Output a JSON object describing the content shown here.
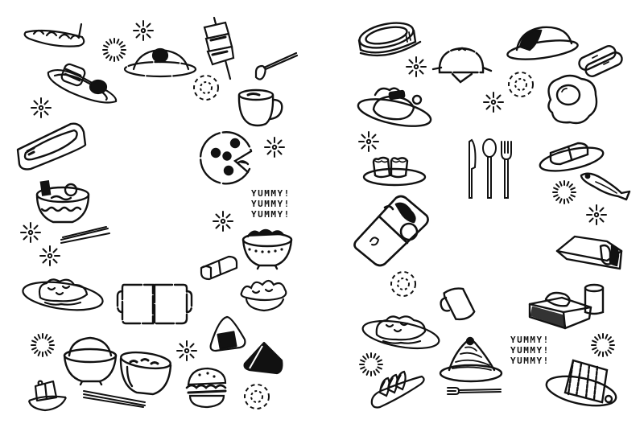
{
  "illustration": {
    "style": "black-and-white hand-drawn food line art",
    "colors": {
      "ink": "#111111",
      "background": "#ffffff"
    },
    "pages": [
      {
        "id": "left",
        "text_blocks": [
          {
            "lines": [
              "YUMMY!",
              "YUMMY!",
              "YUMMY!"
            ]
          }
        ],
        "items": [
          "takoyaki-boat",
          "sparkle",
          "sparkle-ring",
          "omurice-plate",
          "yakitori-skewer",
          "spoon",
          "dashed-circle",
          "grilled-fish-rolls-plate",
          "sparkle",
          "soup-mug",
          "salmon-fillet-tray",
          "pizza",
          "sparkle",
          "ramen-bowl",
          "sparkle",
          "chopsticks",
          "sparkle",
          "donburi-bowl",
          "tamagoyaki",
          "fried-chicken-plate",
          "twin-mugs",
          "salad-bowl",
          "onigiri",
          "sparkle-ring",
          "rice-bowl",
          "miso-soup-bowl",
          "sparkle",
          "onigiri-wrapped",
          "tofu-bowl",
          "chopsticks",
          "hamburger",
          "dashed-circle"
        ]
      },
      {
        "id": "right",
        "text_blocks": [
          {
            "lines": [
              "YUMMY!",
              "YUMMY!",
              "YUMMY!"
            ]
          }
        ],
        "items": [
          "gratin-dish",
          "sparkle",
          "steamed-bun",
          "omurice-plate",
          "sausages",
          "dashed-circle",
          "sparkle",
          "hamburg-steak-plate",
          "fried-egg",
          "sparkle",
          "shumai-plate",
          "knife",
          "spoon",
          "fork",
          "tamagoyaki-plate",
          "sparkle-ring",
          "fish",
          "sparkle",
          "bento-box",
          "tamagoyaki-roll",
          "dashed-circle",
          "mug",
          "grill-box",
          "cup",
          "fried-chicken-plate",
          "sparkle-ring",
          "mont-blanc-cake",
          "dessert-fork",
          "sparkle-ring",
          "sandwich-plate",
          "sparkle-ring",
          "sliced-fruit-plate"
        ]
      }
    ]
  }
}
